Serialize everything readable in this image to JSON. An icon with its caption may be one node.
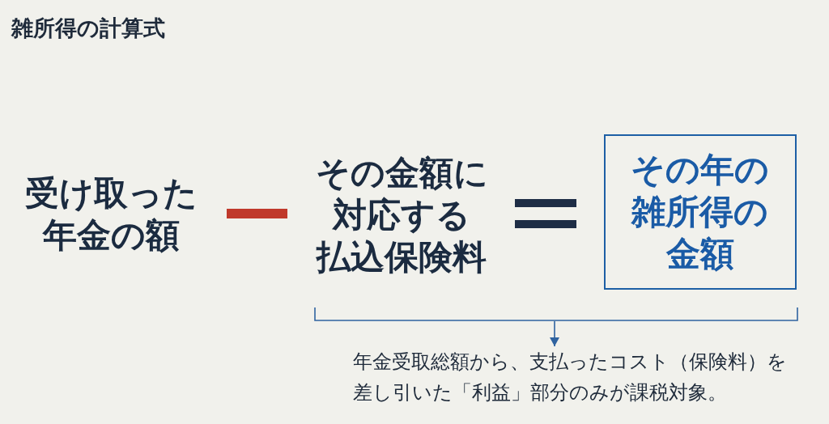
{
  "diagram": {
    "title": "雑所得の計算式",
    "nodes": [
      {
        "text": [
          "その年の雑所得の金額"
        ]
      },
      {
        "text": [],
        "shape": "bracket"
      },
      {
        "text": [
          "年金受取総額から、支払ったコスト（保険料）を差し引いた「利益」部分のみが課税対象。"
        ]
      }
    ],
    "edges": [
      {
        "from": 1,
        "to": 2,
        "arrow": "to"
      }
    ],
    "labels": [
      "受け取った年金の額",
      "その金額に対応する払込保険料"
    ]
  }
}
